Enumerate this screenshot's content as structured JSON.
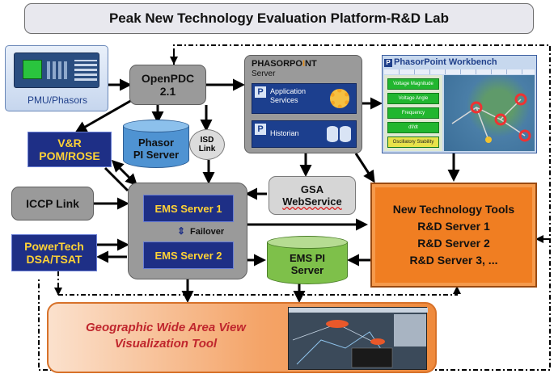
{
  "title": "Peak New Technology Evaluation Platform-R&D Lab",
  "pmu": {
    "label": "PMU/Phasors"
  },
  "openpdc": {
    "line1": "OpenPDC",
    "line2": "2.1"
  },
  "phasor_pi": {
    "line1": "Phasor",
    "line2": "PI Server"
  },
  "isd_link": {
    "line1": "ISD",
    "line2": "Link"
  },
  "phasorpoint_server": {
    "brand_a": "PHASORPO",
    "brand_b": "I",
    "brand_c": "NT",
    "subtitle": "Server",
    "app_line1": "Application",
    "app_line2": "Services",
    "historian": "Historian"
  },
  "workbench": {
    "title": "PhasorPoint Workbench",
    "menu_items": [
      "Voltage Magnitude",
      "Voltage Angle",
      "Frequency",
      "df/dt",
      "Oscillatory Stability"
    ]
  },
  "vr": {
    "line1": "V&R",
    "line2": "POM/ROSE"
  },
  "iccp": {
    "label": "ICCP Link"
  },
  "gsa": {
    "line1": "GSA",
    "line2": "WebService"
  },
  "ems1": {
    "label": "EMS Server 1"
  },
  "failover": {
    "label": "Failover"
  },
  "ems2": {
    "label": "EMS Server 2"
  },
  "powertech": {
    "line1": "PowerTech",
    "line2": "DSA/TSAT"
  },
  "ems_pi": {
    "line1": "EMS PI",
    "line2": "Server"
  },
  "tools": {
    "line1": "New Technology Tools",
    "line2": "R&D Server 1",
    "line3": "R&D Server 2",
    "line4": "R&D Server 3, ..."
  },
  "geo": {
    "line1": "Geographic Wide Area View",
    "line2": "Visualization Tool"
  },
  "colors": {
    "orange": "#f07e22",
    "navy": "#1e2f86",
    "gold": "#ffd236",
    "green": "#7ec04a",
    "blue": "#4f93d2",
    "crimson": "#c0262d"
  }
}
